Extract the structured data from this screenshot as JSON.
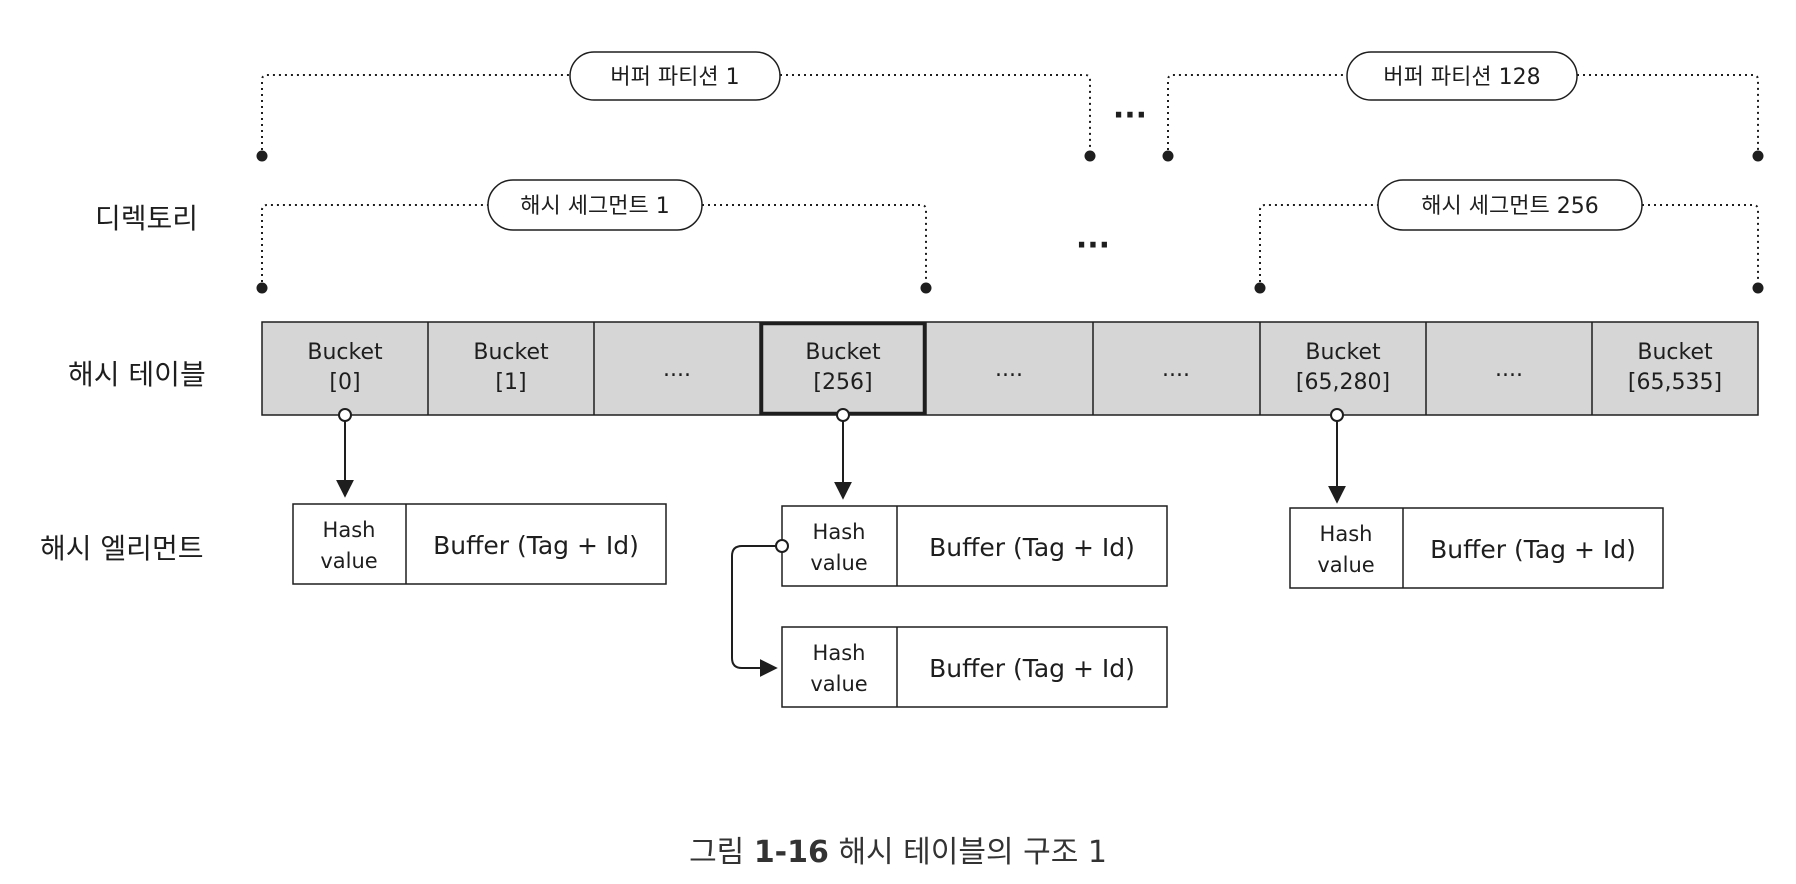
{
  "row_labels": {
    "directory": "디렉토리",
    "hash_table": "해시 테이블",
    "hash_element": "해시 엘리먼트"
  },
  "partitions": [
    {
      "label": "버퍼 파티션 1"
    },
    {
      "label": "버퍼 파티션 128"
    }
  ],
  "partition_ellipsis": "···",
  "segments": [
    {
      "label": "해시 세그먼트 1"
    },
    {
      "label": "해시 세그먼트 256"
    }
  ],
  "segment_ellipsis": "···",
  "buckets": [
    {
      "line1": "Bucket",
      "line2": "[0]",
      "highlighted": false
    },
    {
      "line1": "Bucket",
      "line2": "[1]",
      "highlighted": false
    },
    {
      "line1": "....",
      "line2": "",
      "highlighted": false
    },
    {
      "line1": "Bucket",
      "line2": "[256]",
      "highlighted": true
    },
    {
      "line1": "....",
      "line2": "",
      "highlighted": false
    },
    {
      "line1": "....",
      "line2": "",
      "highlighted": false
    },
    {
      "line1": "Bucket",
      "line2": "[65,280]",
      "highlighted": false
    },
    {
      "line1": "....",
      "line2": "",
      "highlighted": false
    },
    {
      "line1": "Bucket",
      "line2": "[65,535]",
      "highlighted": false
    }
  ],
  "elements": [
    {
      "hash_line1": "Hash",
      "hash_line2": "value",
      "buffer": "Buffer (Tag + Id)"
    },
    {
      "hash_line1": "Hash",
      "hash_line2": "value",
      "buffer": "Buffer (Tag + Id)"
    },
    {
      "hash_line1": "Hash",
      "hash_line2": "value",
      "buffer": "Buffer (Tag + Id)"
    },
    {
      "hash_line1": "Hash",
      "hash_line2": "value",
      "buffer": "Buffer (Tag + Id)"
    }
  ],
  "caption": {
    "prefix": "그림",
    "number": "1-16",
    "title": "해시 테이블의 구조 1"
  },
  "colors": {
    "bucket_fill": "#d6d6d6",
    "line": "#1e1e1e",
    "caption": "#333333"
  }
}
